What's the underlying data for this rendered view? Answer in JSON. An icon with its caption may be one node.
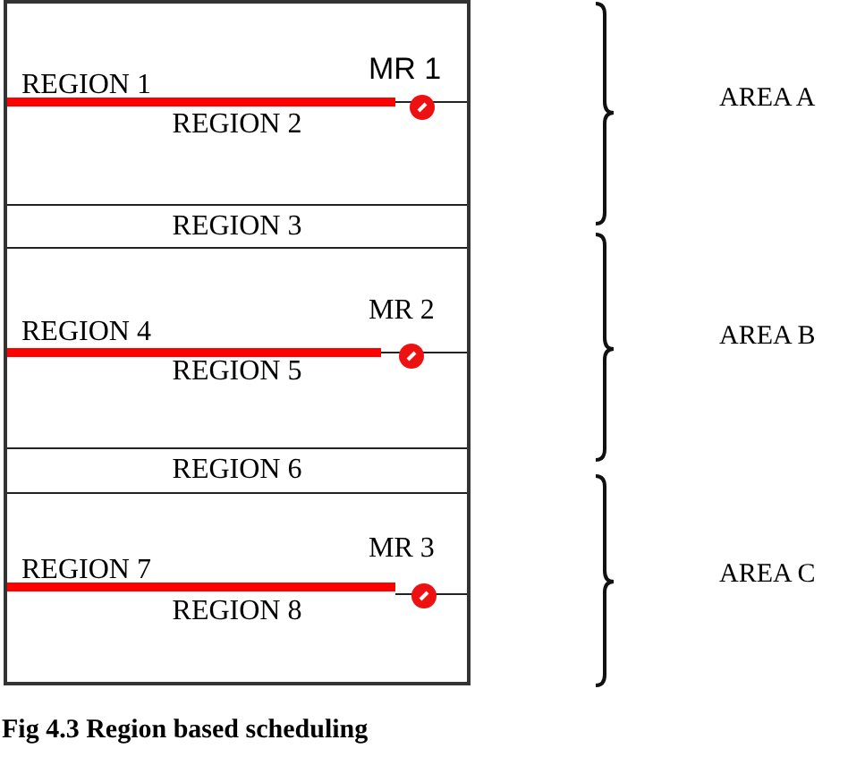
{
  "diagram": {
    "caption": "Fig 4.3 Region based scheduling",
    "nodes": [
      {
        "text": [],
        "shape": "box"
      },
      {
        "text": [
          "REGION 1"
        ],
        "in": 0
      },
      {
        "text": [
          "REGION 2"
        ],
        "in": 0
      },
      {
        "text": [
          "REGION 3"
        ],
        "in": 0
      },
      {
        "text": [
          "REGION 4"
        ],
        "in": 0
      },
      {
        "text": [
          "REGION 5"
        ],
        "in": 0
      },
      {
        "text": [
          "REGION 6"
        ],
        "in": 0
      },
      {
        "text": [
          "REGION 7"
        ],
        "in": 0
      },
      {
        "text": [
          "REGION 8"
        ],
        "in": 0
      }
    ],
    "edges": [],
    "labels": [
      "MR 1",
      "AREA A",
      "MR 2",
      "AREA B",
      "MR 3",
      "AREA C"
    ]
  }
}
